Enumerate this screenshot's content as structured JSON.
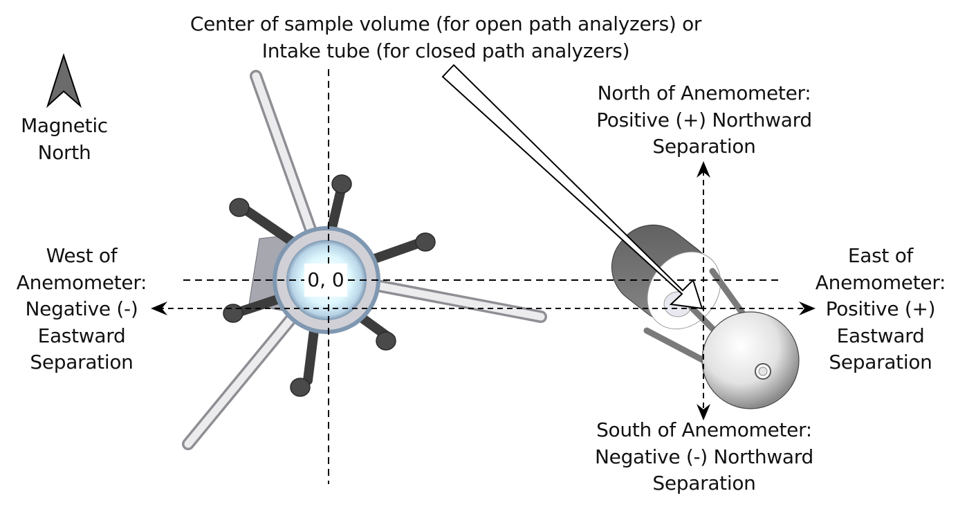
{
  "callout": {
    "line1": "Center of sample volume (for open path analyzers) or",
    "line2": "Intake tube (for closed path analyzers)"
  },
  "compass": {
    "icon": "north-arrow-icon",
    "line1": "Magnetic",
    "line2": "North"
  },
  "origin_label": "0, 0",
  "north_label": {
    "line1": "North of Anemometer:",
    "line2": "Positive (+) Northward",
    "line3": "Separation"
  },
  "south_label": {
    "line1": "South of Anemometer:",
    "line2": "Negative (-) Northward",
    "line3": "Separation"
  },
  "west_label": {
    "line1": "West of",
    "line2": "Anemometer:",
    "line3": "Negative (-)",
    "line4": "Eastward",
    "line5": "Separation"
  },
  "east_label": {
    "line1": "East of",
    "line2": "Anemometer:",
    "line3": "Positive (+)",
    "line4": "Eastward",
    "line5": "Separation"
  },
  "colors": {
    "arrow_fill": "#6b6b6b",
    "rod_dark": "#4a4a4a",
    "rod_light": "#d8d8dc",
    "head_glow": "#dff8ff",
    "line": "#000000"
  }
}
